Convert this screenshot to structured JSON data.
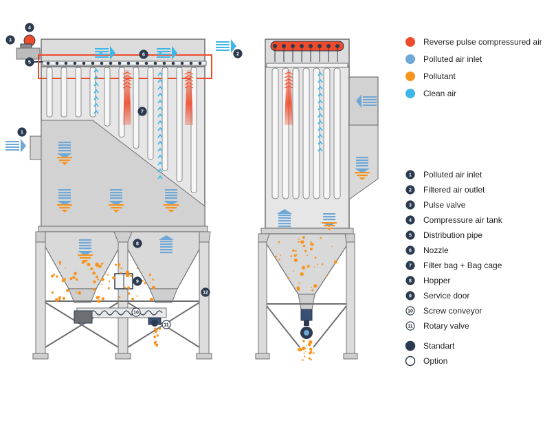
{
  "legend_flow": [
    {
      "label": "Reverse pulse compressured air",
      "color": "#ee4b2b"
    },
    {
      "label": "Polluted air inlet",
      "color": "#6fa8d6"
    },
    {
      "label": "Pollutant",
      "color": "#f7941d"
    },
    {
      "label": "Clean air",
      "color": "#3fb6e8"
    }
  ],
  "components": [
    {
      "num": "1",
      "label": "Polluted air inlet",
      "type": "standard"
    },
    {
      "num": "2",
      "label": "Filtered air outlet",
      "type": "standard"
    },
    {
      "num": "3",
      "label": "Pulse valve",
      "type": "standard"
    },
    {
      "num": "4",
      "label": "Compressure air tank",
      "type": "standard"
    },
    {
      "num": "5",
      "label": "Distribution pipe",
      "type": "standard"
    },
    {
      "num": "6",
      "label": "Nozzle",
      "type": "standard"
    },
    {
      "num": "7",
      "label": "Filter bag + Bag cage",
      "type": "standard"
    },
    {
      "num": "8",
      "label": "Hopper",
      "type": "standard"
    },
    {
      "num": "9",
      "label": "Service door",
      "type": "standard"
    },
    {
      "num": "10",
      "label": "Screw conveyor",
      "type": "option"
    },
    {
      "num": "11",
      "label": "Rotary valve",
      "type": "option"
    }
  ],
  "legend_type": [
    {
      "label": "Standart",
      "style": "filled"
    },
    {
      "label": "Option",
      "style": "outline"
    }
  ],
  "callouts": [
    {
      "num": "1"
    },
    {
      "num": "2"
    },
    {
      "num": "3"
    },
    {
      "num": "4"
    },
    {
      "num": "5"
    },
    {
      "num": "6"
    },
    {
      "num": "7"
    },
    {
      "num": "8"
    },
    {
      "num": "9"
    },
    {
      "num": "10"
    },
    {
      "num": "11"
    },
    {
      "num": "12"
    }
  ],
  "colors": {
    "housing": "#d9d9d9",
    "outline": "#6d6e71",
    "dark": "#2b3a4f",
    "pollutant": "#f7941d",
    "polluted_air": "#6fa8d6",
    "clean_air": "#3fb6e8",
    "pulse": "#ee4b2b"
  }
}
